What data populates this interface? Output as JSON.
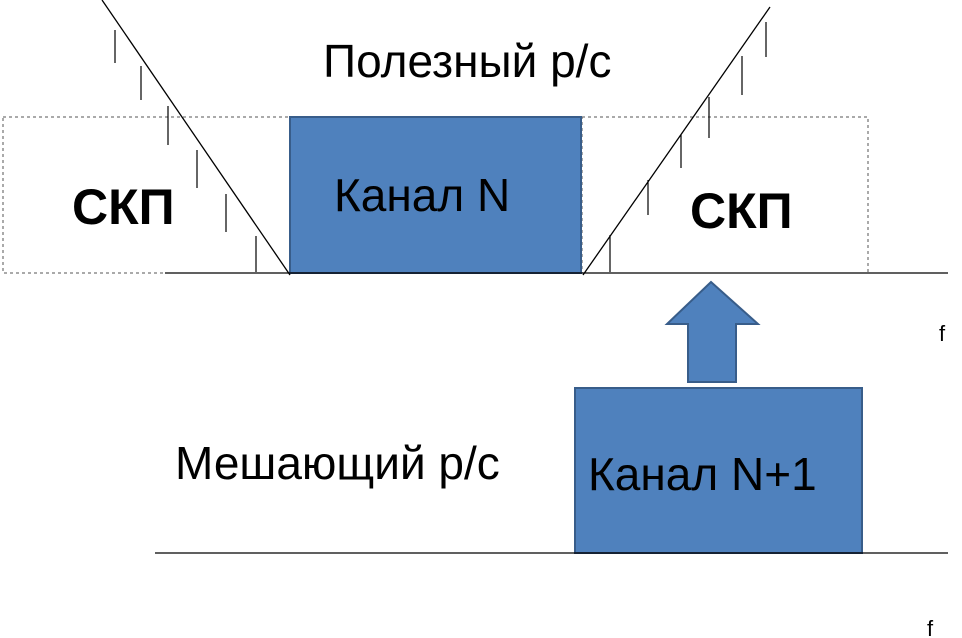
{
  "labels": {
    "useful_signal": "Полезный р/с",
    "interfering_signal": "Мешающий р/с",
    "channel_n": "Канал N",
    "channel_n_plus_1": "Канал N+1",
    "skp_left": "СКП",
    "skp_right": "СКП",
    "axis_f_top": "f",
    "axis_f_bottom": "f"
  },
  "colors": {
    "channel_fill": "#4F81BD",
    "channel_border": "#385D8A",
    "guard_border": "#555555",
    "lines": "#000000"
  }
}
